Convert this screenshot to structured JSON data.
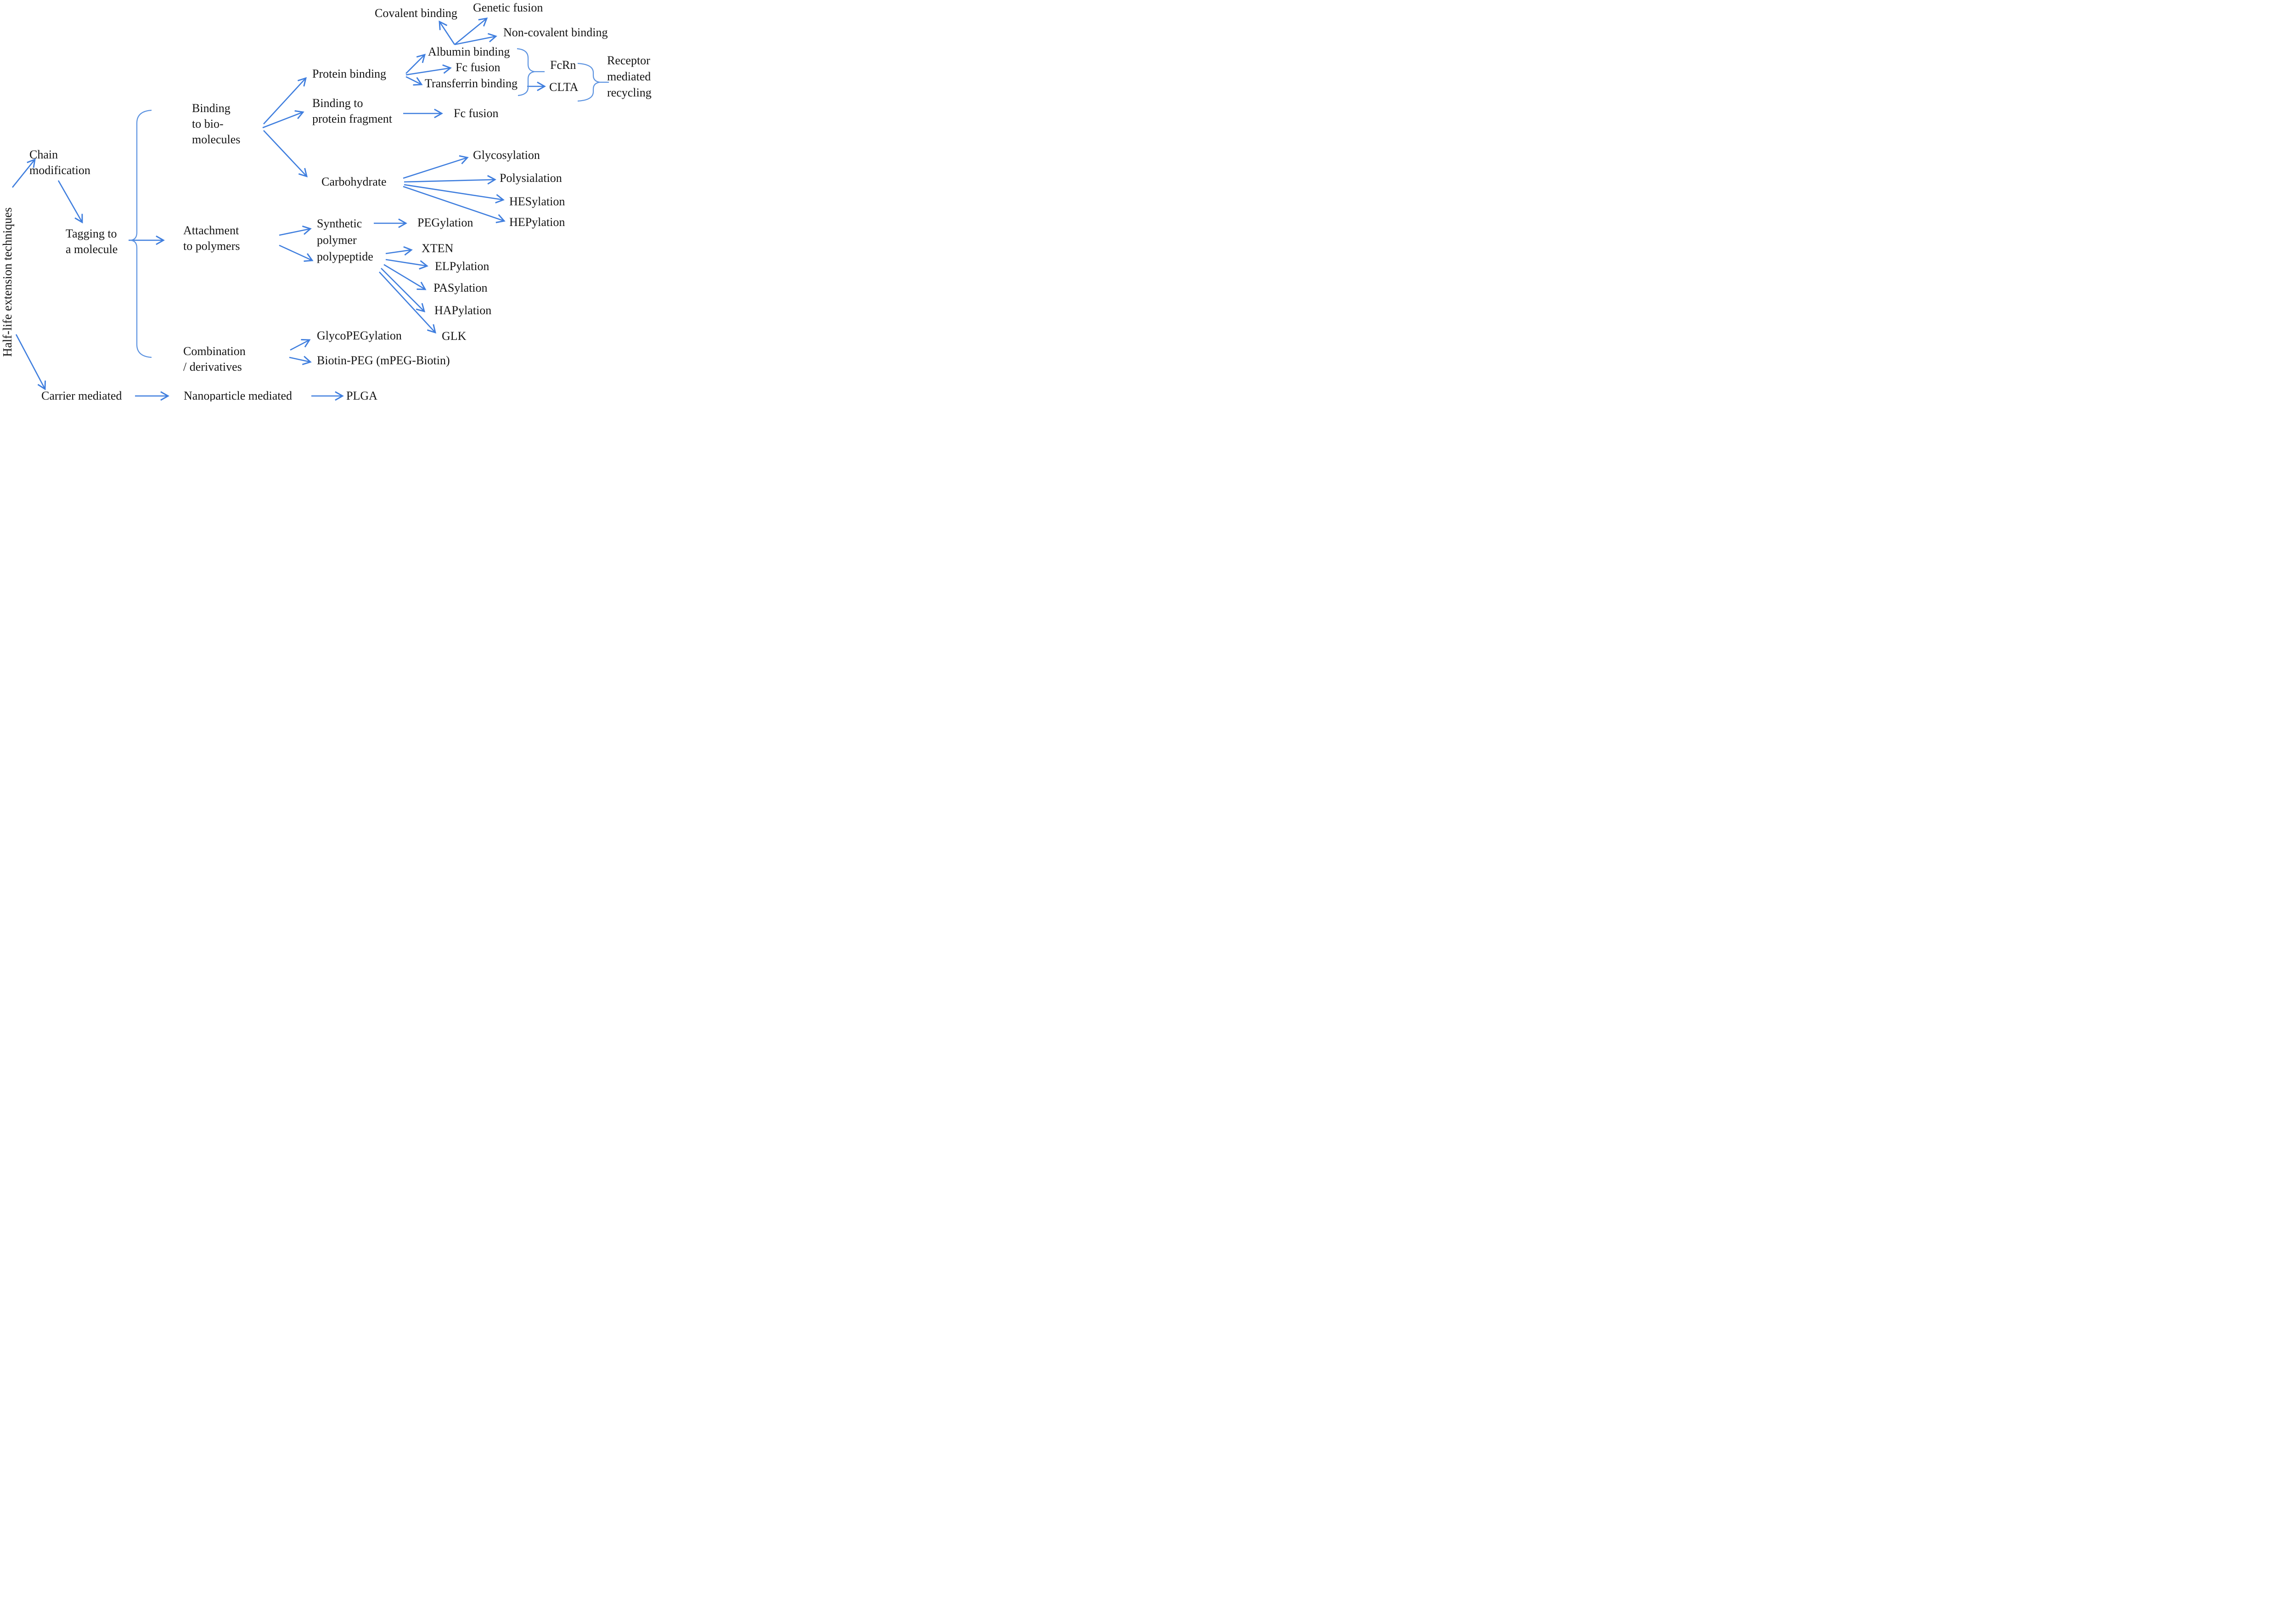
{
  "colors": {
    "arrow_blue": "#3f7ede",
    "brace_blue": "#5b92e0",
    "text": "#141414",
    "background": "#ffffff"
  },
  "nodes": {
    "root": {
      "label": "Half-life extension techniques"
    },
    "chain_modification": {
      "lines": [
        "Chain",
        "modification"
      ]
    },
    "tagging_to_a_molecule": {
      "lines": [
        "Tagging to",
        "a molecule"
      ]
    },
    "binding_to_biomolecules": {
      "lines": [
        "Binding",
        "to bio-",
        "molecules"
      ]
    },
    "attachment_to_polymers": {
      "lines": [
        "Attachment",
        "to polymers"
      ]
    },
    "combination_derivatives": {
      "lines": [
        "Combination",
        "/ derivatives"
      ]
    },
    "protein_binding": {
      "label": "Protein binding"
    },
    "binding_to_protein_fragment": {
      "lines": [
        "Binding to",
        "protein fragment"
      ]
    },
    "fc_fusion_fragment": {
      "label": "Fc fusion"
    },
    "covalent_binding": {
      "label": "Covalent binding"
    },
    "genetic_fusion": {
      "label": "Genetic fusion"
    },
    "non_covalent_binding": {
      "label": "Non-covalent binding"
    },
    "albumin_binding": {
      "label": "Albumin binding"
    },
    "fc_fusion": {
      "label": "Fc fusion"
    },
    "transferrin_binding": {
      "label": "Transferrin binding"
    },
    "fcrn": {
      "label": "FcRn"
    },
    "clta": {
      "label": "CLTA"
    },
    "receptor_mediated_recycling": {
      "lines": [
        "Receptor",
        "mediated",
        "recycling"
      ]
    },
    "carbohydrate": {
      "label": "Carbohydrate"
    },
    "glycosylation": {
      "label": "Glycosylation"
    },
    "polysialation": {
      "label": "Polysialation"
    },
    "hesylation": {
      "label": "HESylation"
    },
    "hepylation": {
      "label": "HEPylation"
    },
    "synthetic_polymer_polypeptide": {
      "lines": [
        "Synthetic",
        "polymer",
        "polypeptide"
      ]
    },
    "pegylation": {
      "label": "PEGylation"
    },
    "xten": {
      "label": "XTEN"
    },
    "elpylation": {
      "label": "ELPylation"
    },
    "pasylation": {
      "label": "PASylation"
    },
    "hapylation": {
      "label": "HAPylation"
    },
    "glk": {
      "label": "GLK"
    },
    "glycopegylation": {
      "label": "GlycoPEGylation"
    },
    "biotin_peg": {
      "label": "Biotin-PEG (mPEG-Biotin)"
    },
    "carrier_mediated": {
      "label": "Carrier mediated"
    },
    "nanoparticle_mediated": {
      "label": "Nanoparticle mediated"
    },
    "plga": {
      "label": "PLGA"
    }
  }
}
